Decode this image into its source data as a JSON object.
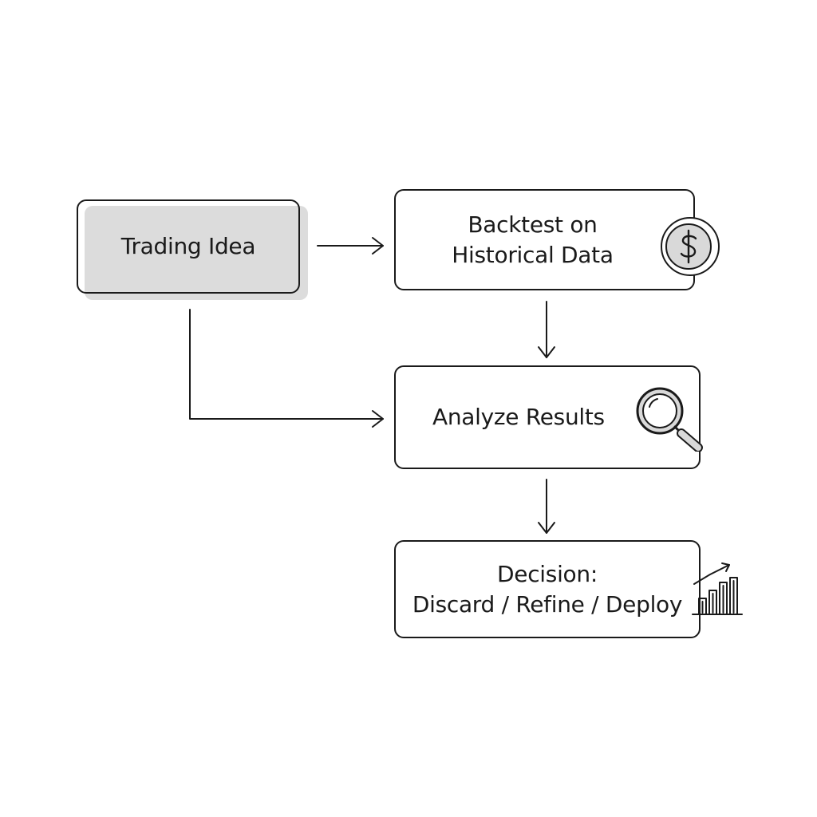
{
  "nodes": {
    "idea": {
      "label": "Trading Idea"
    },
    "backtest": {
      "line1": "Backtest on",
      "line2": "Historical Data"
    },
    "analyze": {
      "label": "Analyze Results"
    },
    "decision": {
      "line1": "Decision:",
      "line2": "Discard / Refine / Deploy"
    }
  },
  "icons": {
    "backtest": "dollar-coin-icon",
    "analyze": "magnifying-glass-icon",
    "decision": "rising-bar-chart-icon"
  },
  "colors": {
    "stroke": "#1a1a1a",
    "idea_fill": "#dcdcdc",
    "icon_fill": "#d9d9d9",
    "background": "#ffffff"
  }
}
